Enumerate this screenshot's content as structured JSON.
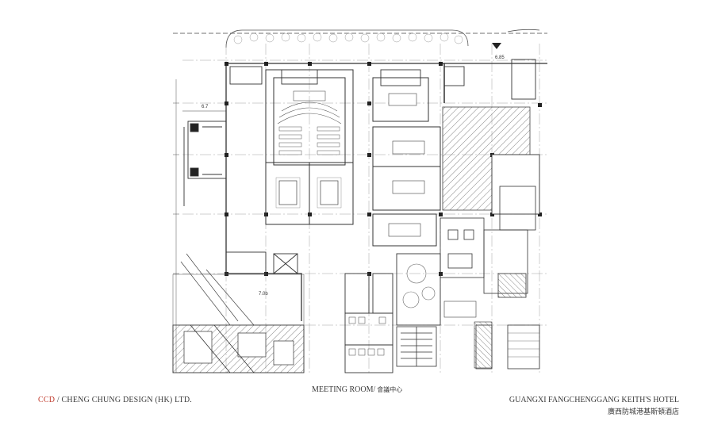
{
  "footer": {
    "firm_ccd": "CCD",
    "firm_rest": " / CHENG CHUNG DESIGN (HK) LTD.",
    "room_en": "MEETING ROOM/",
    "room_cn": " 會議中心",
    "hotel_en": "GUANGXI FANGCHENGGANG KEITH'S HOTEL",
    "hotel_cn": "廣西防城港基斯頓酒店"
  },
  "plan": {
    "levels": [
      "6.85",
      "6.7",
      "7.0b"
    ]
  },
  "colors": {
    "line": "#3a3a3a",
    "hatch": "#6b6b6b",
    "accent": "#c0392b"
  }
}
